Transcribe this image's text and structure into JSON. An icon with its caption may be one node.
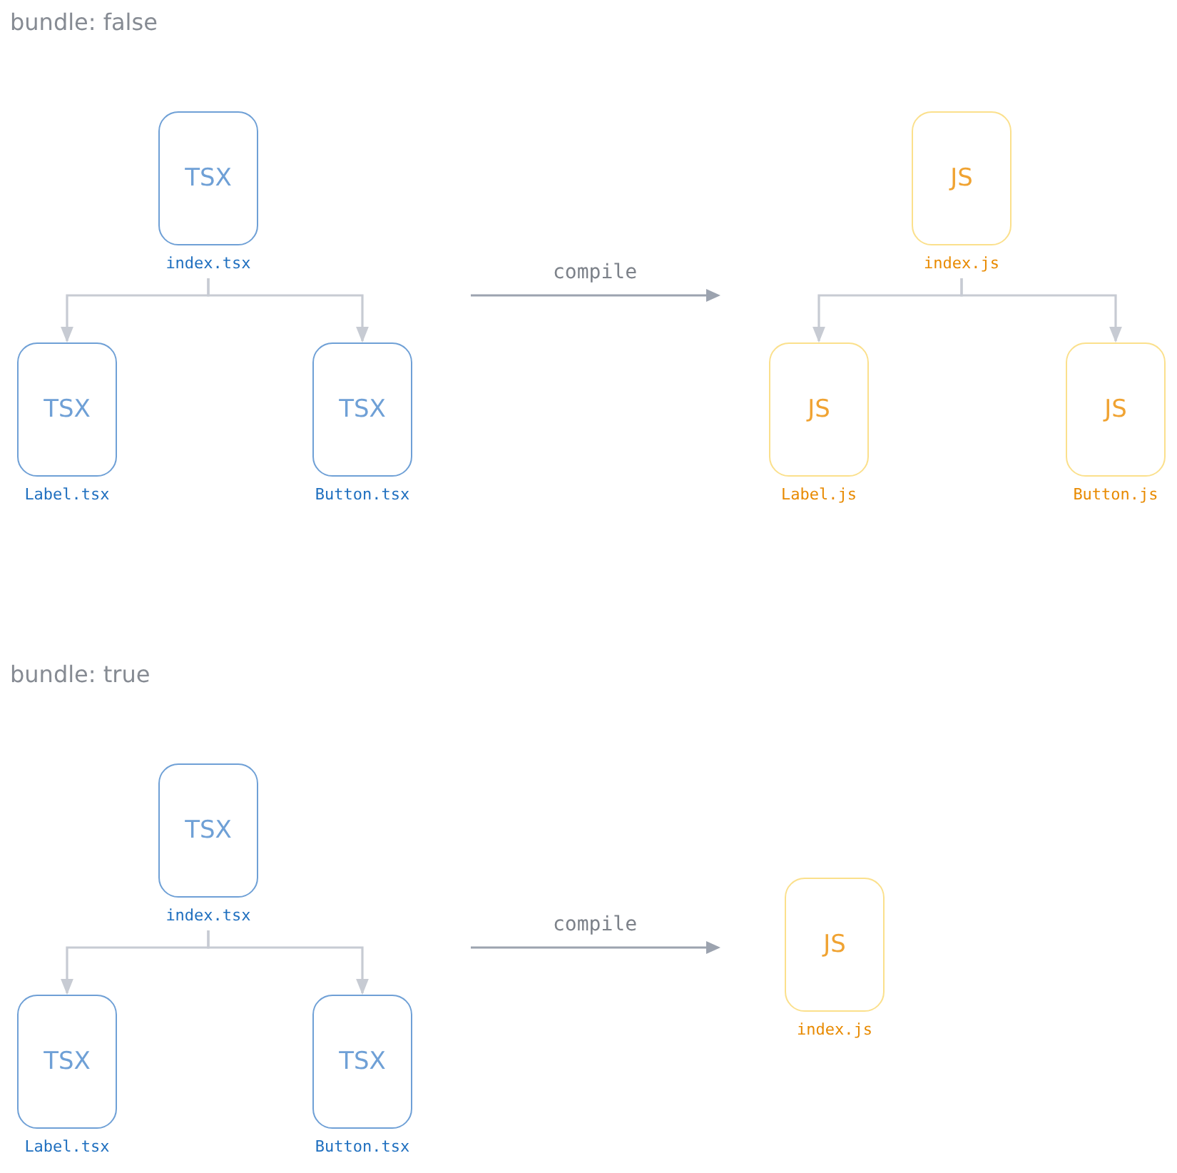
{
  "diagram": {
    "nodes": [
      {
        "text": [
          "TSX"
        ],
        "beside": [
          "index.tsx"
        ]
      },
      {
        "text": [
          "JS"
        ],
        "beside": [
          "index.js"
        ]
      },
      {
        "text": [
          "TSX"
        ],
        "beside": [
          "Label.tsx"
        ]
      },
      {
        "text": [
          "TSX"
        ],
        "beside": [
          "Button.tsx"
        ]
      },
      {
        "text": [
          "JS"
        ],
        "beside": [
          "Label.js"
        ]
      },
      {
        "text": [
          "JS"
        ],
        "beside": [
          "Button.js"
        ]
      },
      {
        "text": [
          "TSX"
        ],
        "beside": [
          "index.tsx"
        ]
      },
      {
        "text": [
          "JS"
        ],
        "beside": [
          "index.js"
        ]
      },
      {
        "text": [
          "TSX"
        ],
        "beside": [
          "Label.tsx"
        ]
      },
      {
        "text": [
          "TSX"
        ],
        "beside": [
          "Button.tsx"
        ]
      }
    ],
    "edges": [
      {
        "from": 0,
        "to": 2,
        "arrow": "to"
      },
      {
        "from": 0,
        "to": 3,
        "arrow": "to"
      },
      {
        "from": 1,
        "to": 4,
        "arrow": "to"
      },
      {
        "from": 1,
        "to": 5,
        "arrow": "to"
      },
      {
        "from": 6,
        "to": 8,
        "arrow": "to"
      },
      {
        "from": 6,
        "to": 9,
        "arrow": "to"
      }
    ],
    "labels": [
      "bundle: false",
      "compile",
      "bundle: true",
      "compile"
    ]
  }
}
